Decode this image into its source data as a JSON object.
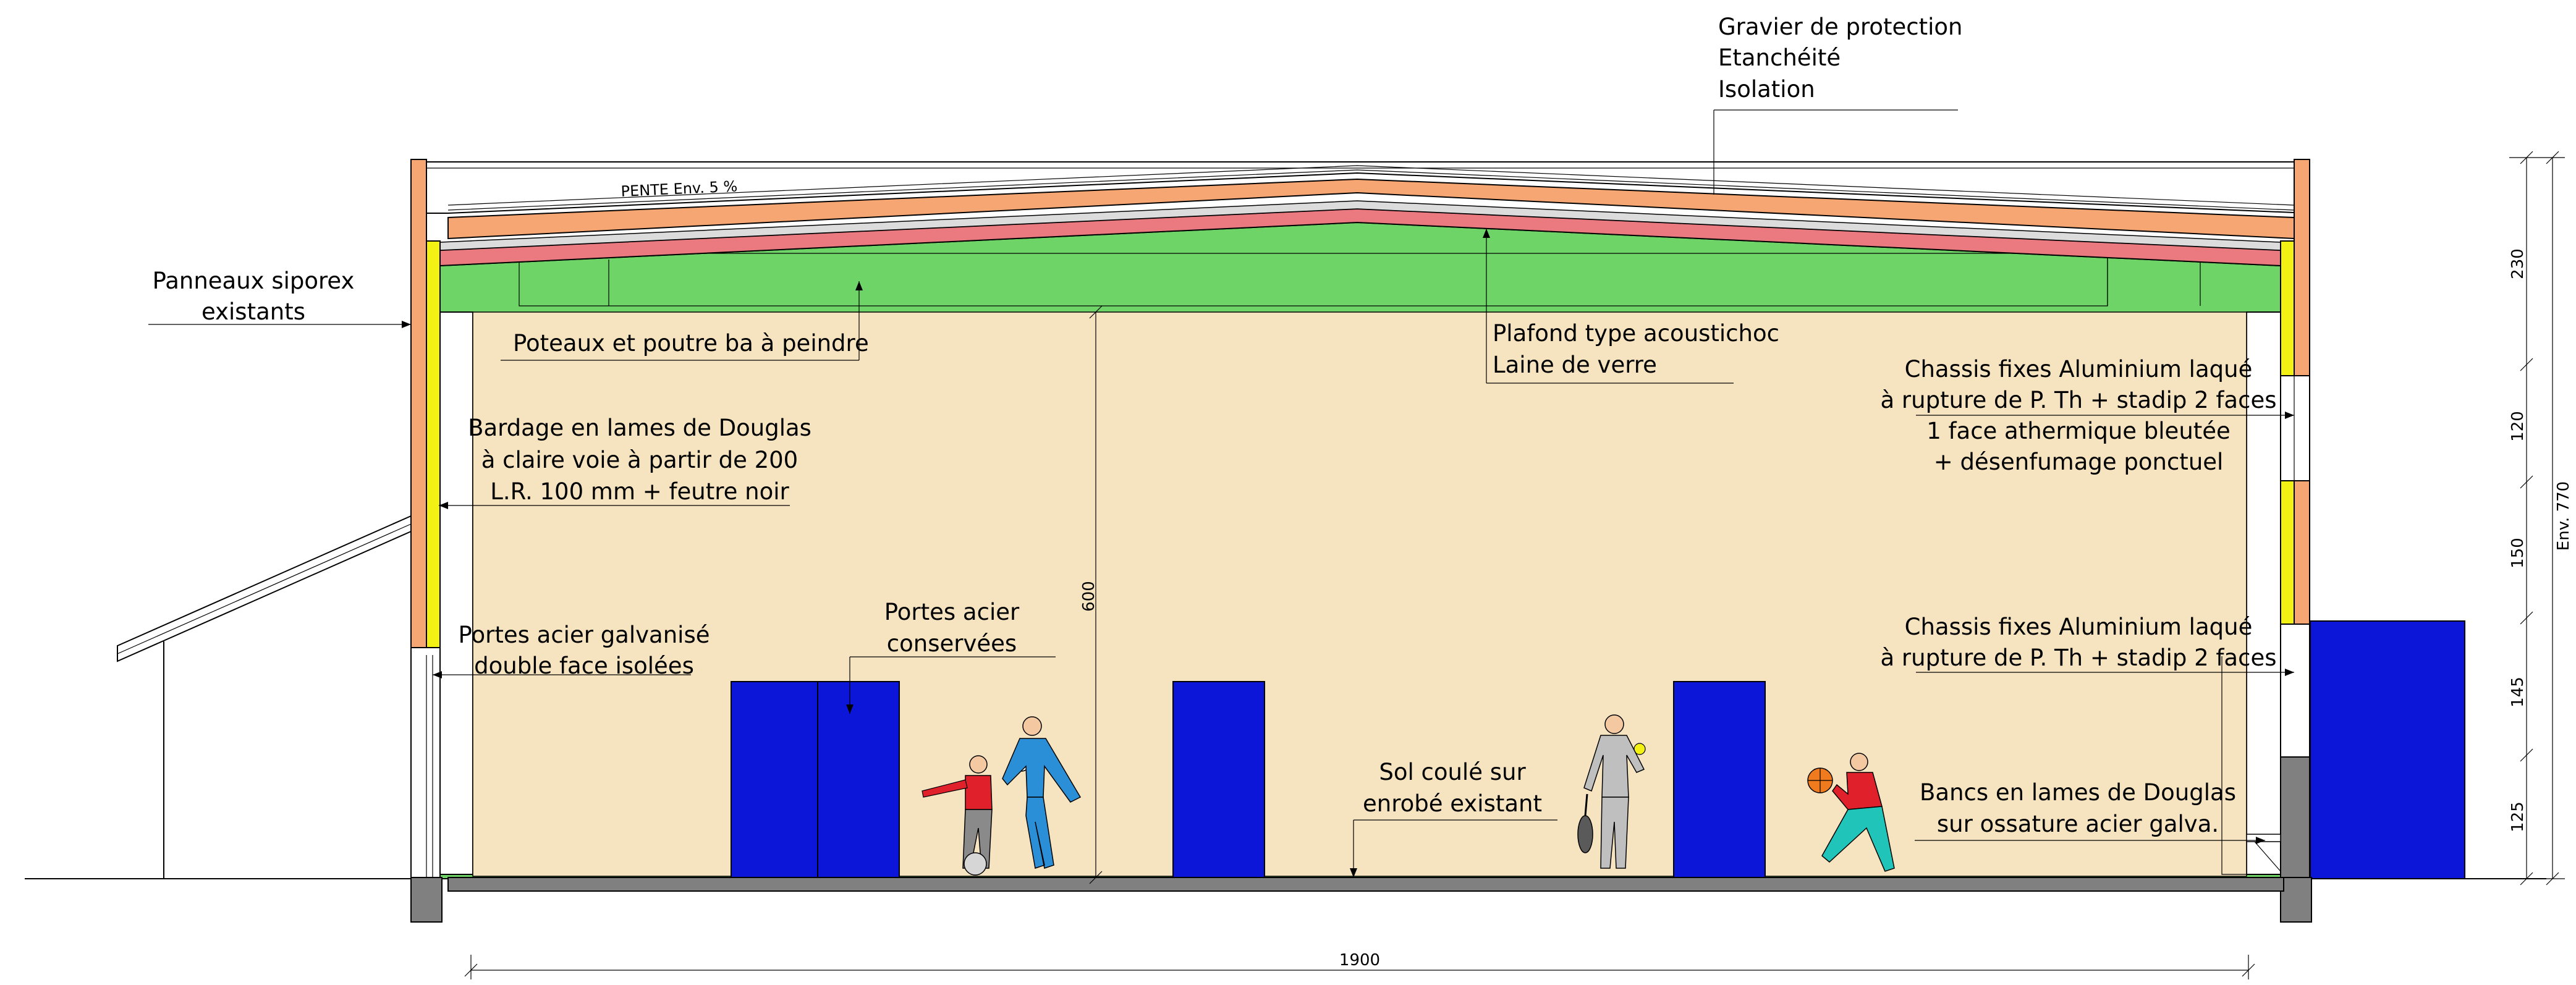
{
  "colors": {
    "interior": "#f6e3c0",
    "structure": "#6fd468",
    "roof_insulation": "#f5a672",
    "roof_red": "#ea7a80",
    "siporex": "#f5a672",
    "glazing": "#f3f014",
    "door": "#0b16d8",
    "floor_slab": "#808080"
  },
  "labels": {
    "roof_layers": [
      "Gravier de protection",
      "Etanchéité",
      "Isolation"
    ],
    "slope": "PENTE Env. 5 %",
    "siporex": [
      "Panneaux siporex",
      "existants"
    ],
    "beams": "Poteaux et poutre ba à peindre",
    "cladding": [
      "Bardage en lames de Douglas",
      "à claire voie à partir de 200",
      "L.R. 100 mm + feutre noir"
    ],
    "galv_doors": [
      "Portes acier galvanisé",
      "double face isolées"
    ],
    "kept_doors": [
      "Portes acier",
      "conservées"
    ],
    "ceiling": [
      "Plafond type acoustichoc",
      "Laine de verre"
    ],
    "chassis_upper": [
      "Chassis fixes Aluminium laqué",
      "à rupture de P. Th + stadip 2 faces",
      "1 face athermique bleutée",
      "+ désenfumage ponctuel"
    ],
    "chassis_lower": [
      "Chassis fixes Aluminium laqué",
      "à rupture de P. Th + stadip 2 faces"
    ],
    "floor": [
      "Sol coulé sur",
      "enrobé existant"
    ],
    "benches": [
      "Bancs en lames de Douglas",
      "sur ossature acier galva."
    ]
  },
  "dimensions": {
    "height_interior": "600",
    "width": "1900",
    "side_segments": [
      "230",
      "120",
      "150",
      "145",
      "125"
    ],
    "total_height": "Env. 770"
  },
  "icons": {
    "figures": [
      "boy-with-ball-icon",
      "man-with-ball-icon",
      "man-with-racket-icon",
      "boy-with-basketball-icon"
    ]
  }
}
